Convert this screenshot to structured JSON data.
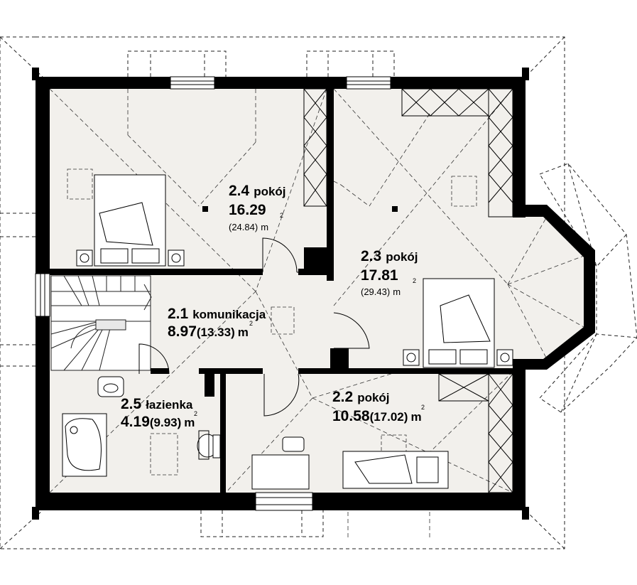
{
  "rooms": [
    {
      "id": "2.4",
      "name": "pokój",
      "area": "16.29",
      "area_total": "(24.84)",
      "unit": "m",
      "sup": "2"
    },
    {
      "id": "2.3",
      "name": "pokój",
      "area": "17.81",
      "area_total": "(29.43)",
      "unit": "m",
      "sup": "2"
    },
    {
      "id": "2.1",
      "name": "komunikacja",
      "area": "8.97",
      "area_total": "(13.33)",
      "unit": "m",
      "sup": "2"
    },
    {
      "id": "2.5",
      "name": "łazienka",
      "area": "4.19",
      "area_total": "(9.93)",
      "unit": "m",
      "sup": "2"
    },
    {
      "id": "2.2",
      "name": "pokój",
      "area": "10.58",
      "area_total": "(17.02)",
      "unit": "m",
      "sup": "2"
    }
  ],
  "colors": {
    "wall": "#000000",
    "floor": "#f2f0ec",
    "line": "#222222"
  }
}
